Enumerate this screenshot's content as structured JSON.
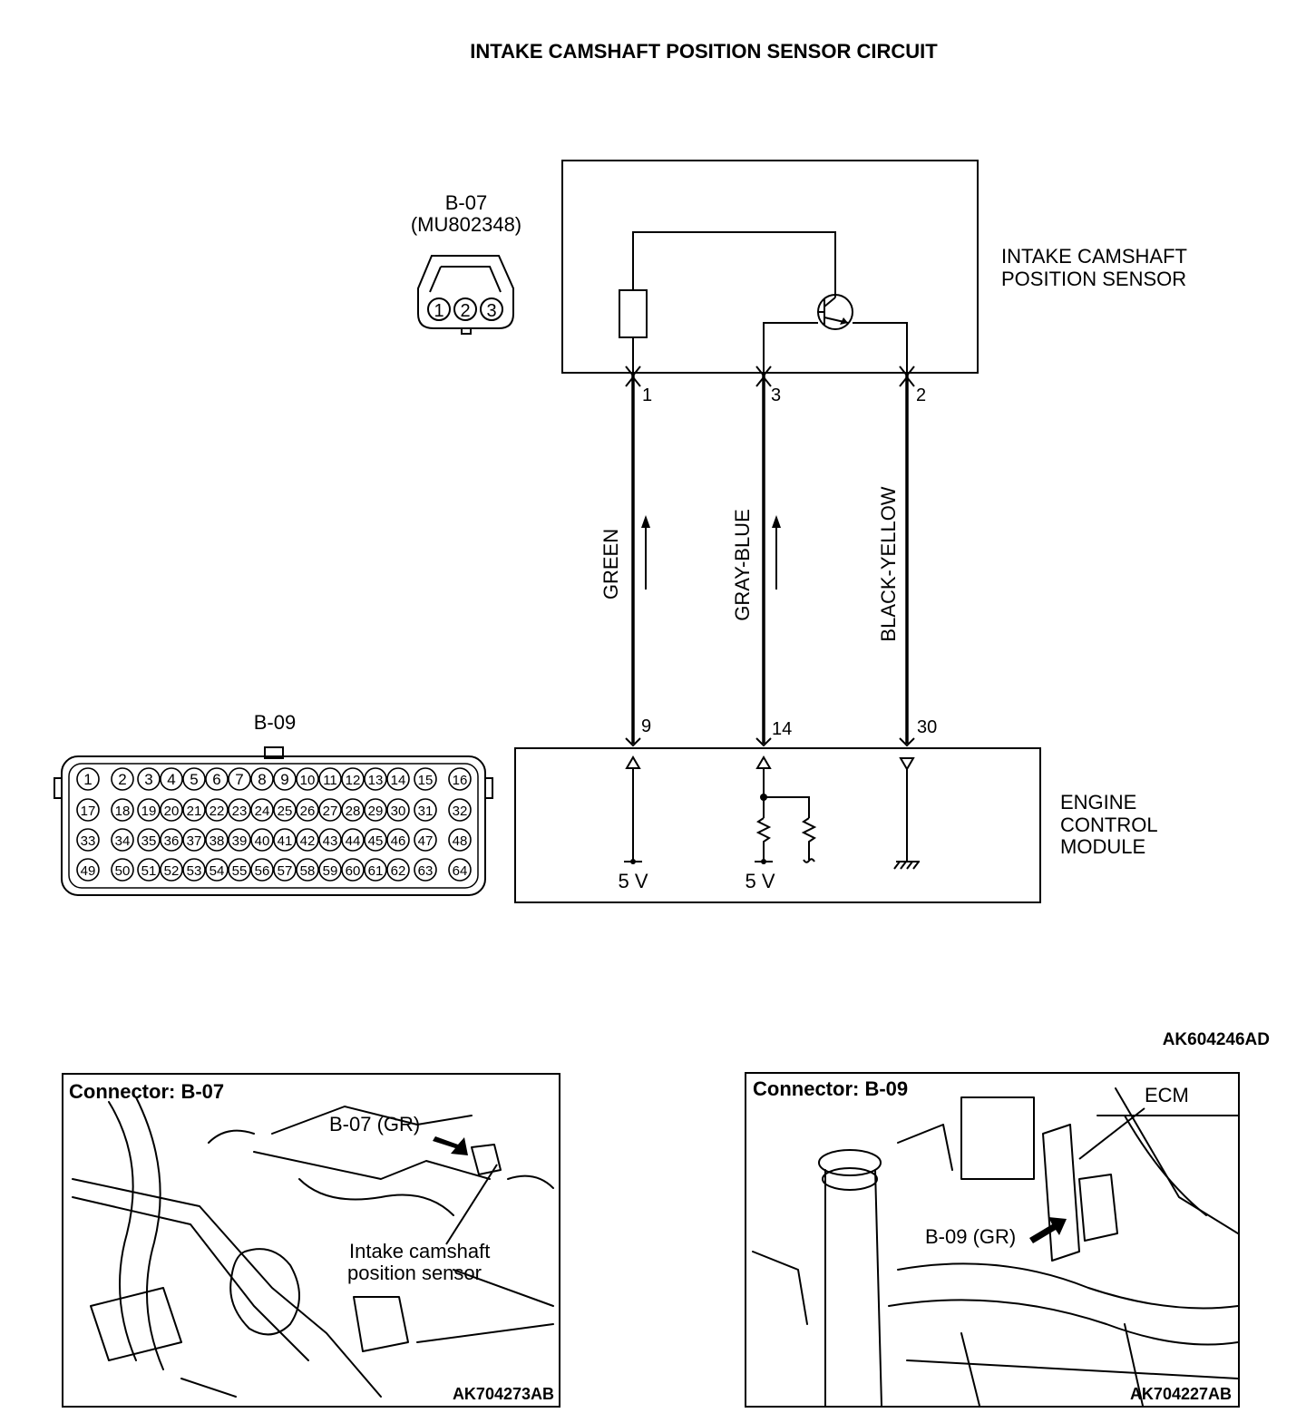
{
  "title": "INTAKE CAMSHAFT POSITION SENSOR CIRCUIT",
  "figure_id": "AK604246AD",
  "sensor": {
    "label_line1": "INTAKE CAMSHAFT",
    "label_line2": "POSITION SENSOR",
    "connector_id": "B-07",
    "part_number": "(MU802348)",
    "connector_pins": [
      "1",
      "2",
      "3"
    ]
  },
  "wires": [
    {
      "sensor_pin": "1",
      "ecm_pin": "9",
      "color": "GREEN",
      "ecm_source": "5 V"
    },
    {
      "sensor_pin": "3",
      "ecm_pin": "14",
      "color": "GRAY-BLUE",
      "ecm_source": "5 V"
    },
    {
      "sensor_pin": "2",
      "ecm_pin": "30",
      "color": "BLACK-YELLOW"
    }
  ],
  "ecm": {
    "label_line1": "ENGINE",
    "label_line2": "CONTROL",
    "label_line3": "MODULE",
    "connector_id": "B-09",
    "pin_rows": [
      [
        "1",
        "2",
        "3",
        "4",
        "5",
        "6",
        "7",
        "8",
        "9",
        "10",
        "11",
        "12",
        "13",
        "14",
        "15",
        "16"
      ],
      [
        "17",
        "18",
        "19",
        "20",
        "21",
        "22",
        "23",
        "24",
        "25",
        "26",
        "27",
        "28",
        "29",
        "30",
        "31",
        "32"
      ],
      [
        "33",
        "34",
        "35",
        "36",
        "37",
        "38",
        "39",
        "40",
        "41",
        "42",
        "43",
        "44",
        "45",
        "46",
        "47",
        "48"
      ],
      [
        "49",
        "50",
        "51",
        "52",
        "53",
        "54",
        "55",
        "56",
        "57",
        "58",
        "59",
        "60",
        "61",
        "62",
        "63",
        "64"
      ]
    ]
  },
  "location_panels": [
    {
      "title": "Connector: B-07",
      "callout": "B-07 (GR)",
      "note_line1": "Intake camshaft",
      "note_line2": "position sensor",
      "figure_id": "AK704273AB"
    },
    {
      "title": "Connector: B-09",
      "callout": "B-09 (GR)",
      "note_line1": "ECM",
      "figure_id": "AK704227AB"
    }
  ]
}
